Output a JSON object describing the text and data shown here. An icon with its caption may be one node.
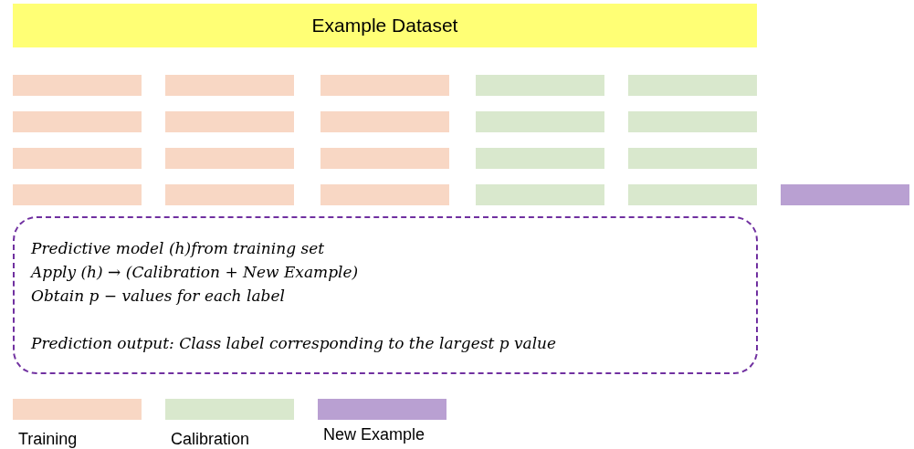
{
  "diagram": {
    "nodes": [
      {
        "text": [
          "Example Dataset"
        ]
      },
      {
        "text": [],
        "shape": "bar"
      },
      {
        "text": [],
        "shape": "bar"
      },
      {
        "text": [],
        "shape": "bar"
      },
      {
        "text": [],
        "shape": "bar"
      },
      {
        "text": [],
        "shape": "bar"
      },
      {
        "text": [],
        "shape": "bar"
      },
      {
        "text": [],
        "shape": "bar"
      },
      {
        "text": [],
        "shape": "bar"
      },
      {
        "text": [],
        "shape": "bar"
      },
      {
        "text": [],
        "shape": "bar"
      },
      {
        "text": [],
        "shape": "bar"
      },
      {
        "text": [],
        "shape": "bar"
      },
      {
        "text": [],
        "shape": "bar"
      },
      {
        "text": [],
        "shape": "bar"
      },
      {
        "text": [],
        "shape": "bar"
      },
      {
        "text": [],
        "shape": "bar"
      },
      {
        "text": [],
        "shape": "bar"
      },
      {
        "text": [],
        "shape": "bar"
      },
      {
        "text": [],
        "shape": "bar"
      },
      {
        "text": [],
        "shape": "bar"
      },
      {
        "text": [],
        "shape": "bar"
      },
      {
        "text": [
          "Predictive model (h)from training set",
          "Apply (h) → (Calibration + New Example)",
          "Obtain p − values for each label",
          "Prediction output: Class label corresponding to the largest p value"
        ]
      }
    ],
    "edges": [],
    "legend": [
      {
        "text": "Training",
        "color": "#f8d7c4"
      },
      {
        "text": "Calibration",
        "color": "#d9e8cd"
      },
      {
        "text": "New Example",
        "color": "#b9a0d2"
      }
    ]
  }
}
